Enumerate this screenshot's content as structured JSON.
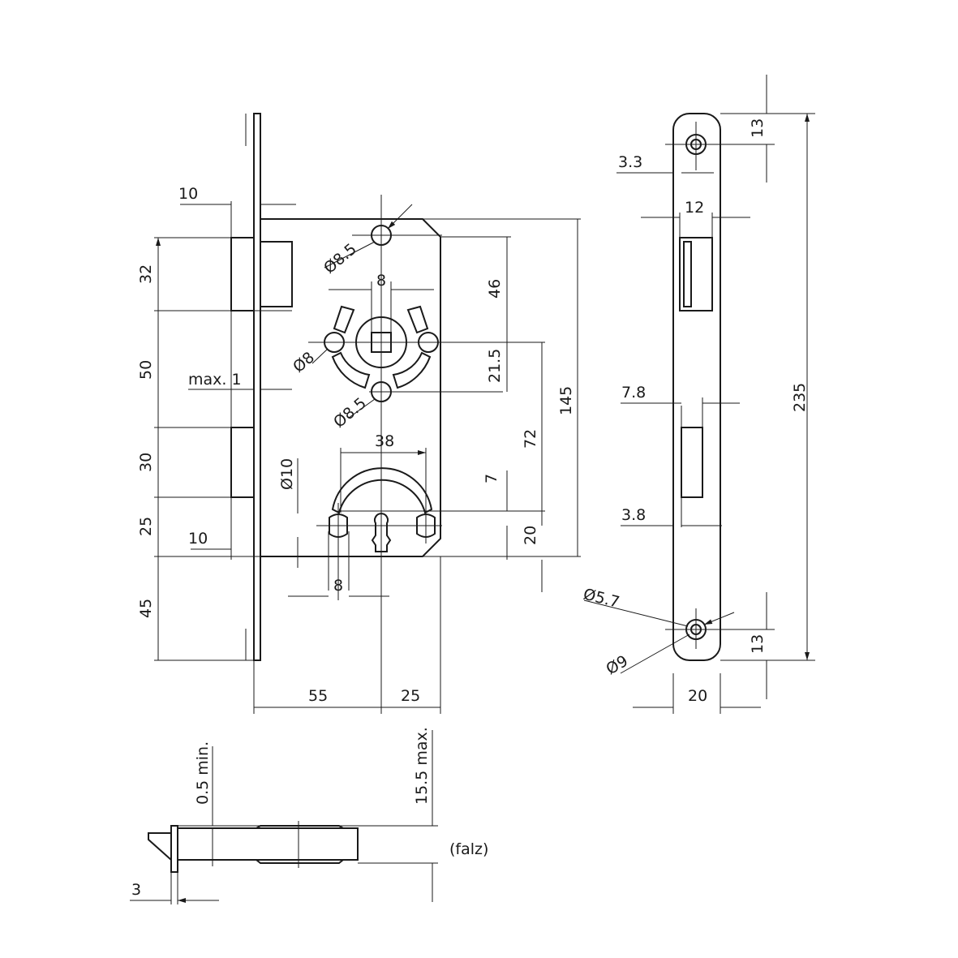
{
  "labels": {
    "latch_offset": "10",
    "latch_height": "32",
    "latch_to_deadbolt": "50",
    "max_1": "max. 1",
    "deadbolt_height": "30",
    "deadbolt_to_bottom": "25",
    "deadbolt_offset": "10",
    "bottom_extension": "45",
    "backset": "55",
    "cyl_to_edge": "25",
    "screw_top_dia": "Ø8.5",
    "square_size": "8",
    "rosette_dia": "Ø8",
    "screw_mid_dia": "Ø8.5",
    "cyl_width": "38",
    "cyl_hole_dia": "Ø10",
    "cyl_hole_spacing": "8",
    "top_to_follower": "46",
    "follower_to_screw": "21.5",
    "cyl_offset": "7",
    "cyl_to_bottom": "20",
    "follower_to_cyl": "72",
    "case_height": "145",
    "side_top_hole": "13",
    "side_3_3": "3.3",
    "side_12": "12",
    "side_7_8": "7.8",
    "side_3_8": "3.8",
    "side_235": "235",
    "side_hole_dia_small": "Ø5.7",
    "side_hole_dia_large": "Ø9",
    "side_bottom_hole": "13",
    "side_width": "20",
    "plan_min": "0.5 min.",
    "plan_max": "15.5 max.",
    "plan_falz": "(falz)",
    "plan_3": "3"
  }
}
